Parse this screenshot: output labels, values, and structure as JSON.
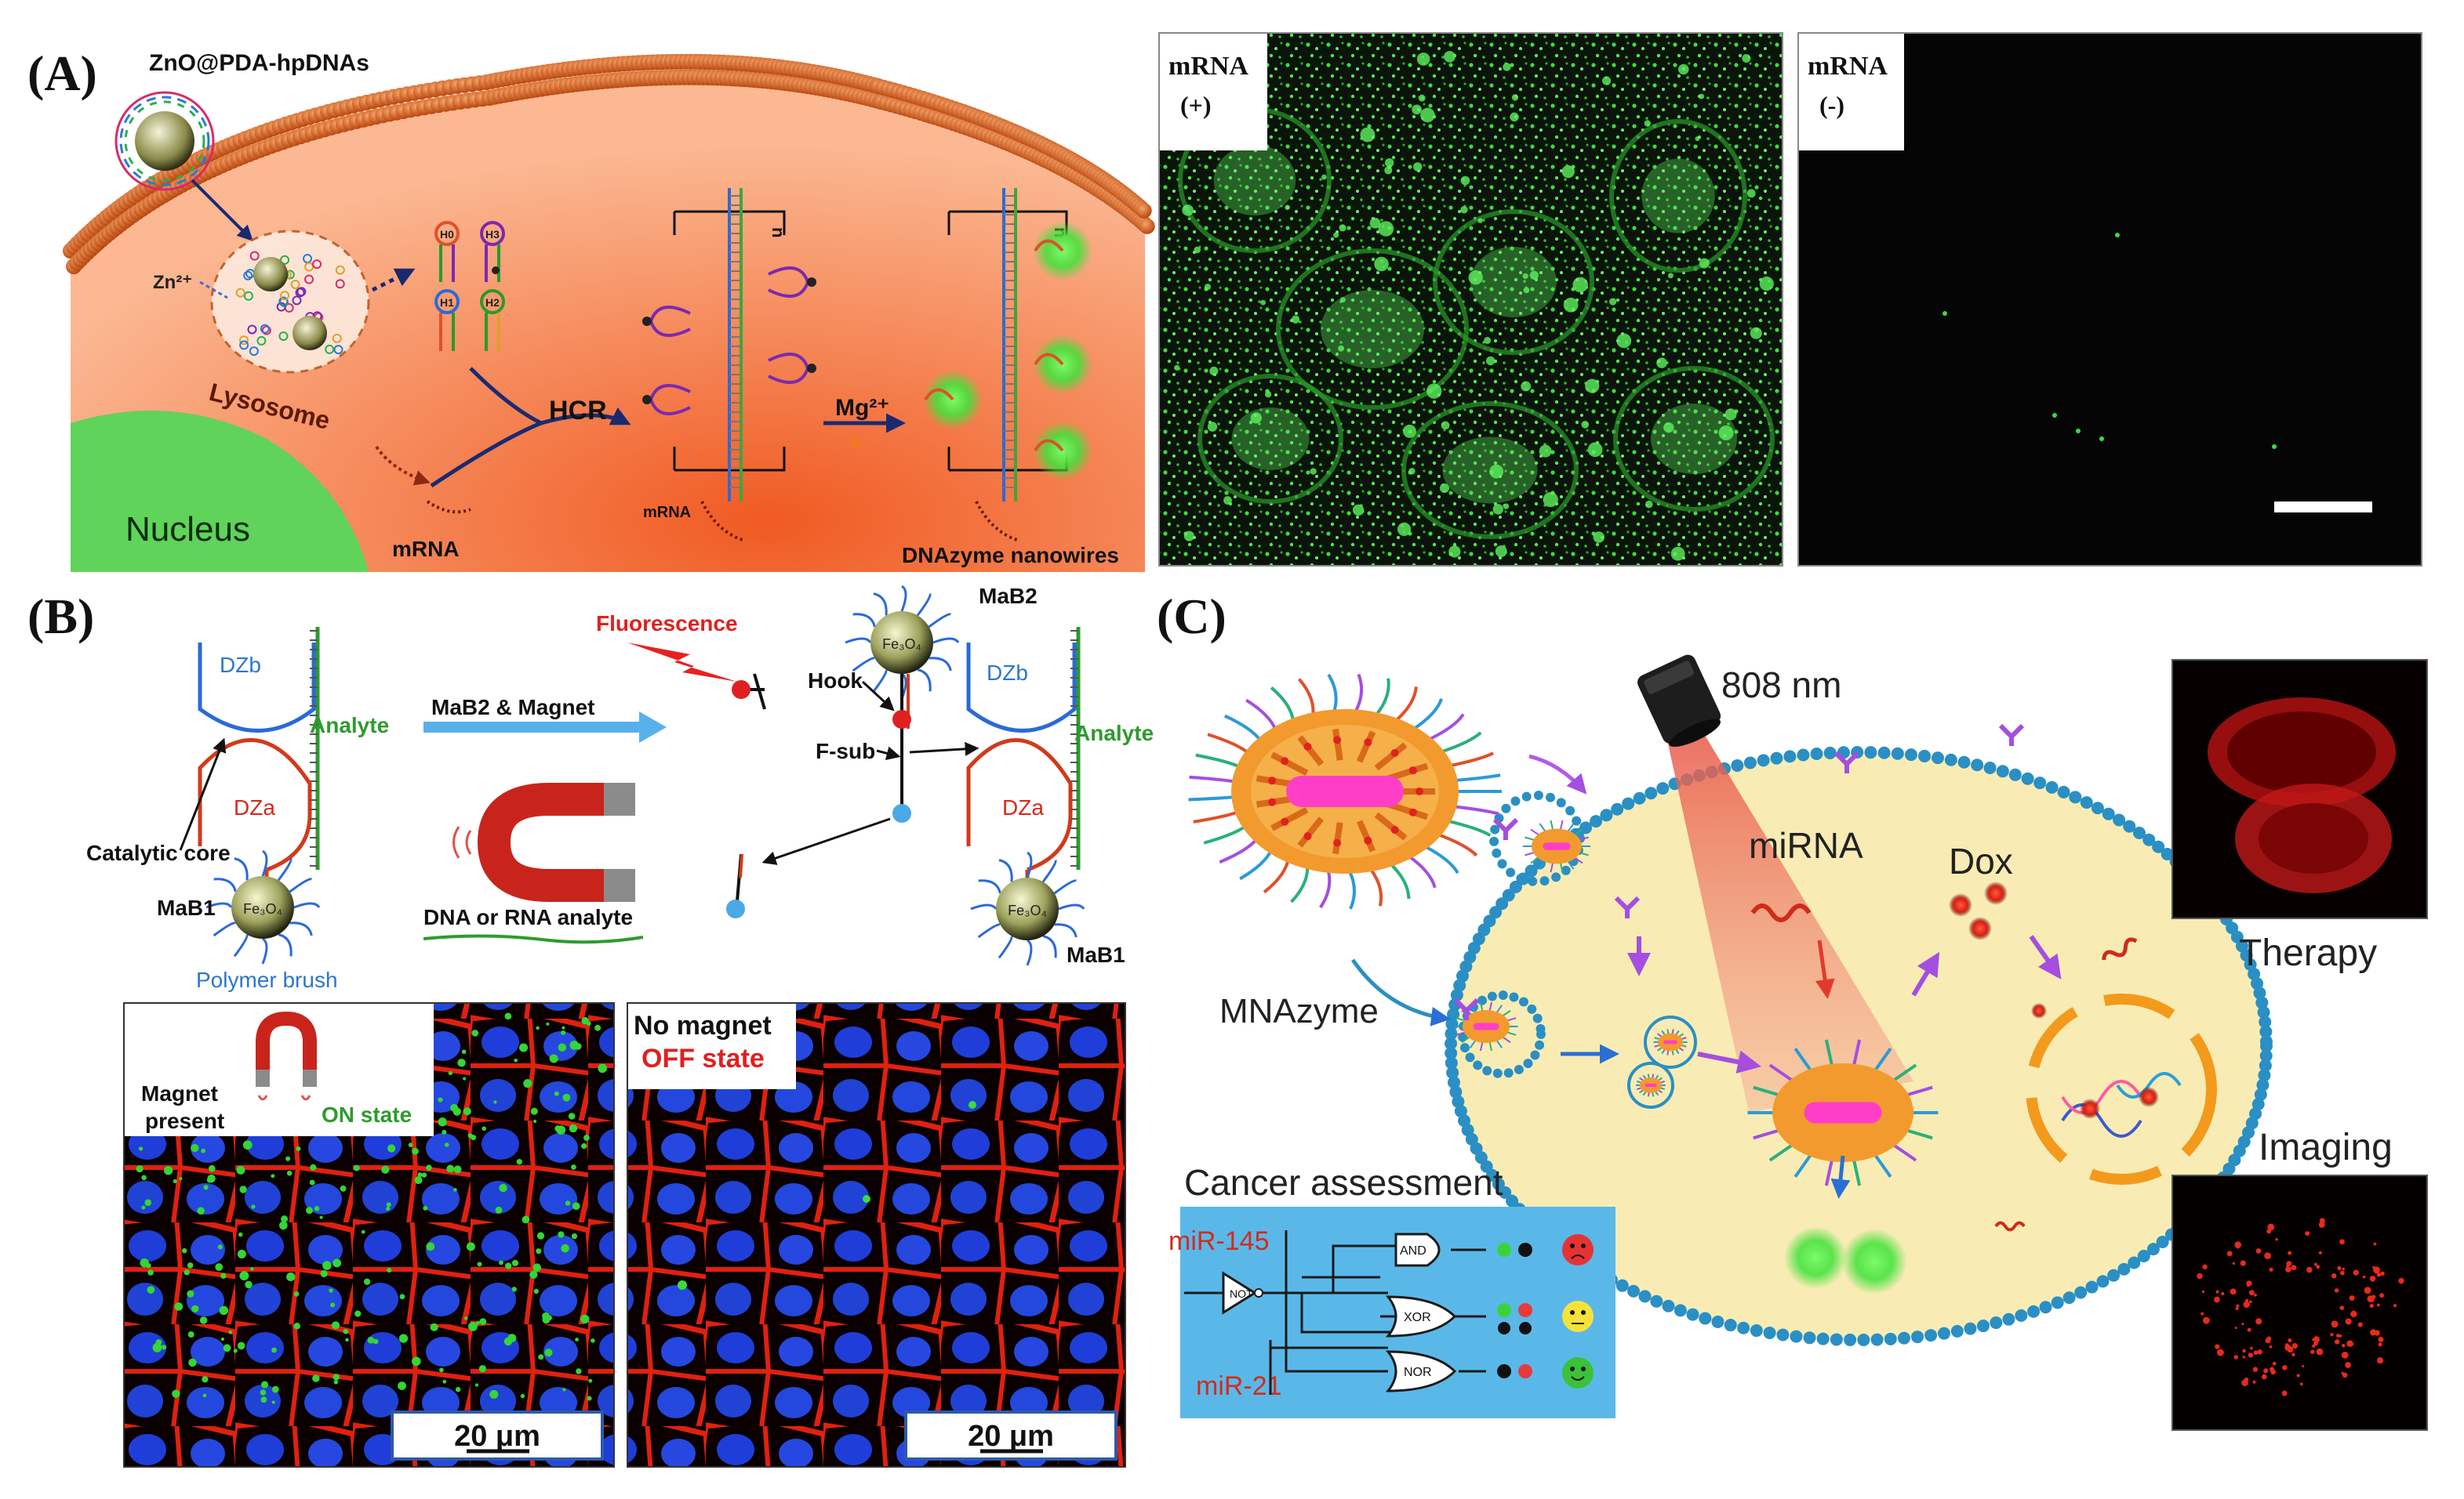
{
  "panel_a": {
    "label": "(A)",
    "nanoparticle": "ZnO@PDA-hpDNAs",
    "zn": "Zn²⁺",
    "lysosome": "Lysosome",
    "nucleus": "Nucleus",
    "mrna": "mRNA",
    "hcr": "HCR",
    "mg": "Mg²⁺",
    "n1": "n",
    "n2": "n",
    "mrna_small": "mRNA",
    "nanowires": "DNAzyme nanowires",
    "hairpins": [
      "H0",
      "H3",
      "H1",
      "H2"
    ],
    "img_pos_line1": "mRNA",
    "img_pos_line2": "(+)",
    "img_neg_line1": "mRNA",
    "img_neg_line2": "(-)"
  },
  "panel_b": {
    "label": "(B)",
    "dzb": "DZb",
    "dza": "DZa",
    "analyte": "Analyte",
    "catalytic_core": "Catalytic core",
    "mab1": "MaB1",
    "fe3o4": "Fe₃O₄",
    "polymer_brush": "Polymer brush",
    "arrow_label": "MaB2 & Magnet",
    "dna_rna": "DNA or RNA analyte",
    "fluorescence": "Fluorescence",
    "mab2": "MaB2",
    "hook": "Hook",
    "fsub": "F-sub",
    "dzb2": "DZb",
    "dza2": "DZa",
    "analyte2": "Analyte",
    "mab1_right": "MaB1",
    "magnet_present_1": "Magnet",
    "magnet_present_2": "present",
    "on_state": "ON state",
    "no_magnet": "No magnet",
    "off_state": "OFF state",
    "scale1": "20 μm",
    "scale2": "20 μm"
  },
  "panel_c": {
    "label": "(C)",
    "wavelength": "808 nm",
    "mirna": "miRNA",
    "dox": "Dox",
    "therapy": "Therapy",
    "imaging": "Imaging",
    "mnazyme": "MNAzyme",
    "cancer_assessment": "Cancer assessment",
    "mir145": "miR-145",
    "mir21": "miR-21",
    "gates": [
      "AND",
      "XOR",
      "NOR"
    ],
    "not_gate": "NOT"
  },
  "colors": {
    "cell_orange": "#f47a45",
    "membrane_bead": "#d9641c",
    "nucleus_green": "#5fd35a",
    "fluor_green": "#2bd42b",
    "cell_yellow": "#f8ecb4",
    "membrane_blue": "#2a8fc4",
    "red": "#e02020",
    "blue_arrow": "#4aa9e6",
    "label_green": "#2e9b2e",
    "label_blue": "#2e77c9",
    "label_red": "#d62a1c"
  }
}
